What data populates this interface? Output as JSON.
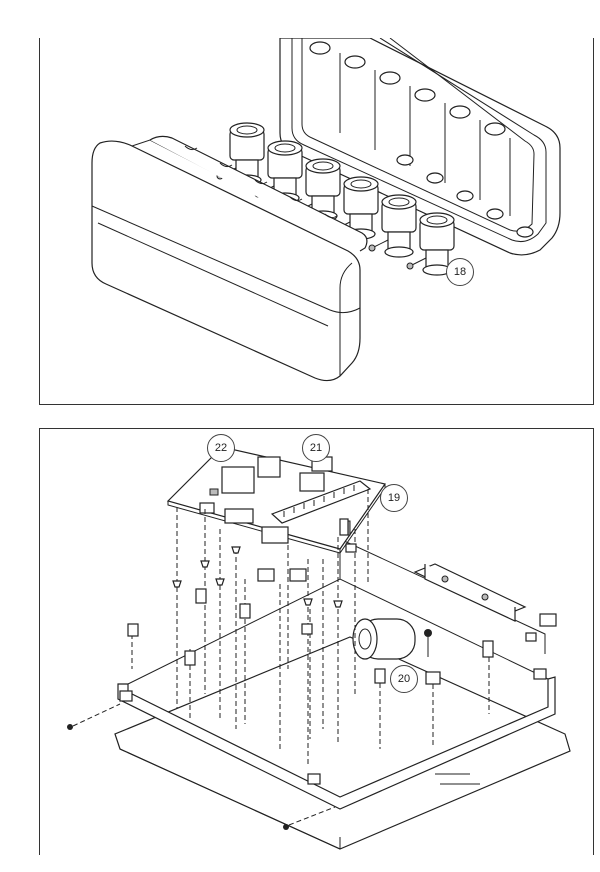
{
  "callouts": {
    "c18": "18",
    "c19": "19",
    "c20": "20",
    "c21": "21",
    "c22": "22"
  }
}
